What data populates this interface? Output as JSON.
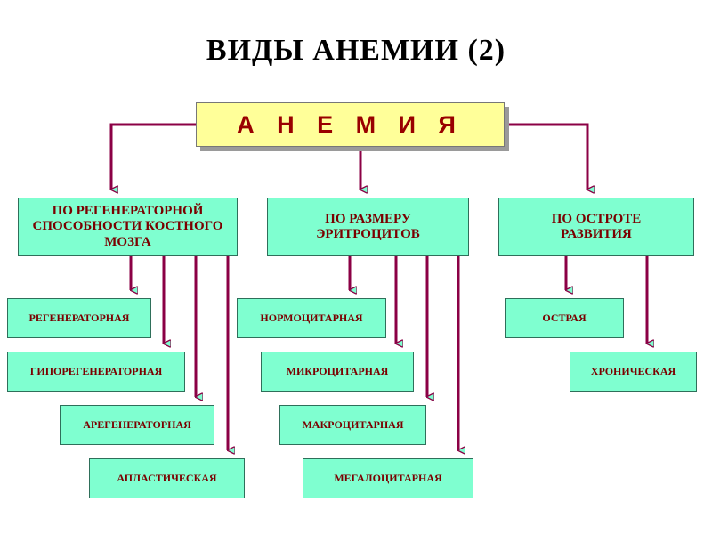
{
  "title": "ВИДЫ  АНЕМИИ (2)",
  "root": "А Н Е М И Я",
  "categories": [
    {
      "label": "ПО РЕГЕНЕРАТОРНОЙ СПОСОБНОСТИ КОСТНОГО МОЗГА",
      "items": [
        "РЕГЕНЕРАТОРНАЯ",
        "ГИПОРЕГЕНЕРАТОРНАЯ",
        "АРЕГЕНЕРАТОРНАЯ",
        "АПЛАСТИЧЕСКАЯ"
      ]
    },
    {
      "label": "ПО РАЗМЕРУ ЭРИТРОЦИТОВ",
      "items": [
        "НОРМОЦИТАРНАЯ",
        "МИКРОЦИТАРНАЯ",
        "МАКРОЦИТАРНАЯ",
        "МЕГАЛОЦИТАРНАЯ"
      ]
    },
    {
      "label": "ПО ОСТРОТЕ РАЗВИТИЯ",
      "items": [
        "ОСТРАЯ",
        "ХРОНИЧЕСКАЯ"
      ]
    }
  ],
  "colors": {
    "root_fill": "#ffff99",
    "box_fill": "#7fffd0",
    "connector": "#8b0045",
    "text": "#7a0000"
  }
}
